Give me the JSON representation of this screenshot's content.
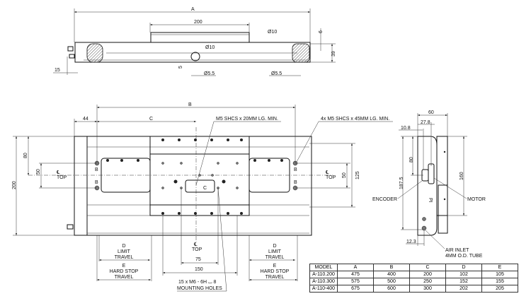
{
  "top_view": {
    "dim_a": "A",
    "dim_200": "200",
    "dia10_right": "Ø10",
    "dia10_center": "Ø10",
    "dia55_center": "Ø5.5",
    "dia55_right": "Ø5.5",
    "dim_6": "6",
    "dim_39": "39",
    "dim_15": "15",
    "dim_5": "5"
  },
  "plan_view": {
    "dim_b": "B",
    "dim_44": "44",
    "dim_c": "C",
    "dim_200": "200",
    "dim_80": "80",
    "dim_50_left": "50",
    "dim_50_right": "50",
    "dim_125": "125",
    "callout_m5_20": "M5 SHCS x 20MM LG. MIN.",
    "callout_m5_45": "4x M5 SHCS x 45MM LG.  MIN.",
    "cl_symbol": "℄",
    "top_label": "TOP",
    "hole_b": "B",
    "carriage_c": "C",
    "d_label": "D",
    "limit_label": "LIMIT",
    "travel_label": "TRAVEL",
    "e_label": "E",
    "hard_stop_label": "HARD STOP",
    "dim_75": "75",
    "dim_150": "150",
    "mounting_line1": "15 x  M6 - 6H ⌴ 8",
    "mounting_line2": "MOUNTING HOLES"
  },
  "side_view": {
    "dim_60": "60",
    "dim_27_8": "27.8",
    "dim_10_8": "10.8",
    "dim_187_5": "187.5",
    "dim_80": "80",
    "dim_160": "160",
    "dim_12_3": "12.3",
    "encoder": "ENCODER",
    "motor": "MOTOR",
    "air_inlet_1": "AIR INLET",
    "air_inlet_2": "4MM O.D. TUBE",
    "logo_text": "PI"
  },
  "table": {
    "headers": [
      "MODEL",
      "A",
      "B",
      "C",
      "D",
      "E"
    ],
    "rows": [
      [
        "A-110.200",
        "475",
        "400",
        "200",
        "102",
        "105"
      ],
      [
        "A-110.300",
        "575",
        "500",
        "250",
        "152",
        "155"
      ],
      [
        "A-110-400",
        "675",
        "600",
        "300",
        "202",
        "205"
      ]
    ]
  }
}
